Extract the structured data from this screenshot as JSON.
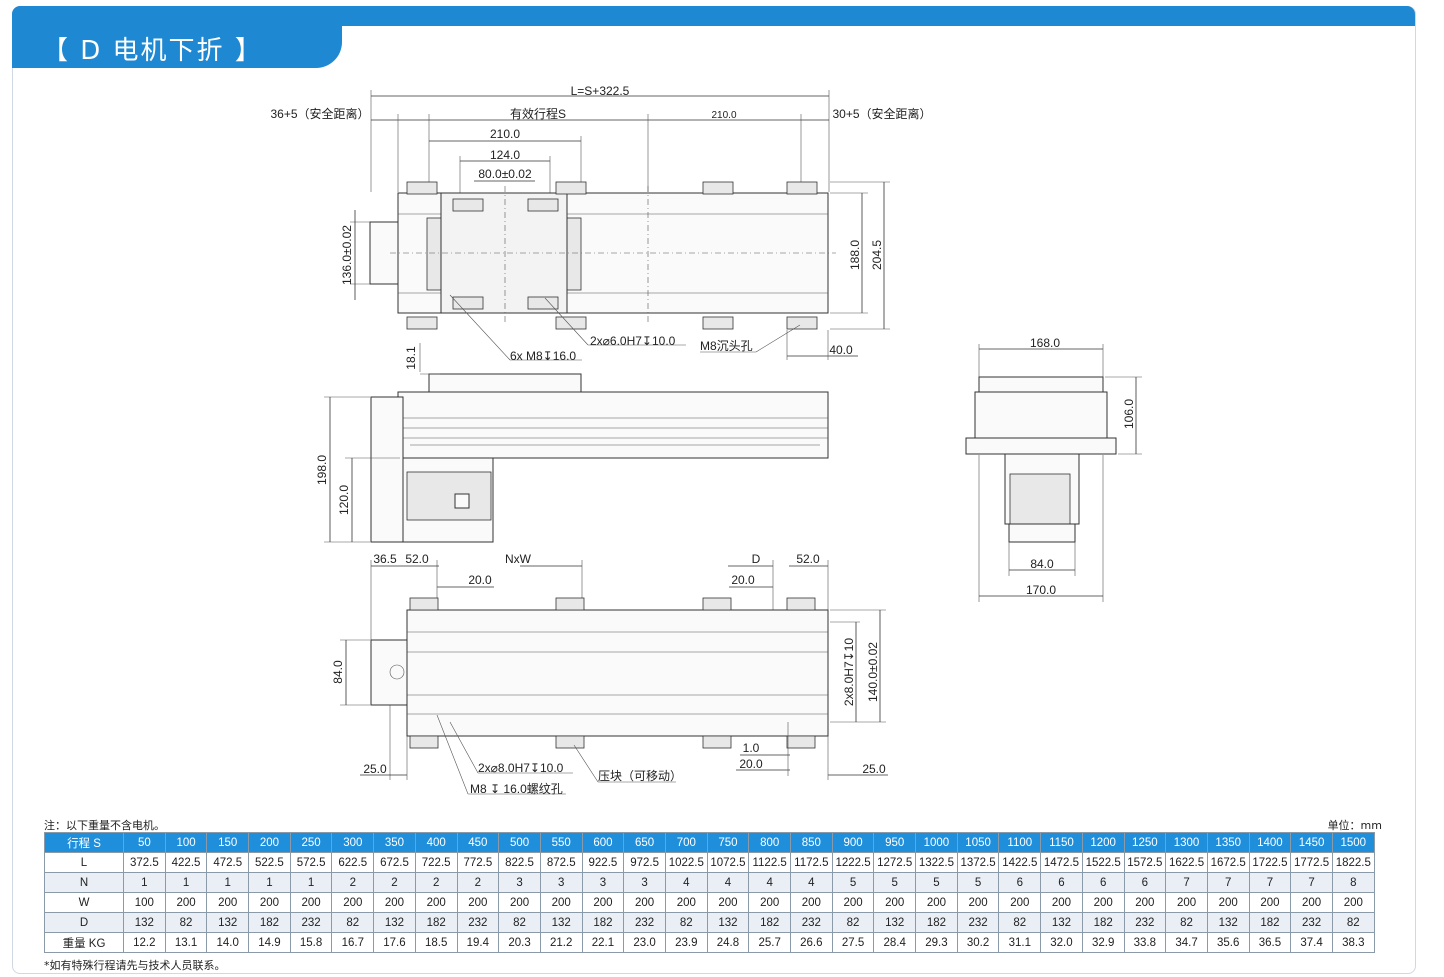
{
  "header": {
    "title": "【 D 电机下折 】"
  },
  "drawing": {
    "top_view": {
      "overall_length": "L=S+322.5",
      "left_safety": "36+5（安全距离）",
      "right_safety": "30+5（安全距离）",
      "effective_stroke": "有效行程S",
      "dim_210_right": "210.0",
      "dim_210_carriage": "210.0",
      "dim_124": "124.0",
      "dim_80": "80.0±0.02",
      "dim_136": "136.0±0.02",
      "dim_188": "188.0",
      "dim_204_5": "204.5",
      "dim_40": "40.0",
      "callout_holes_m8": "6x M8↧16.0",
      "callout_pin": "2x⌀6.0H7↧10.0",
      "callout_counterbore": "M8沉头孔"
    },
    "side_view": {
      "dim_18_1": "18.1",
      "dim_198": "198.0",
      "dim_120": "120.0"
    },
    "end_view": {
      "dim_168": "168.0",
      "dim_106": "106.0",
      "dim_84": "84.0",
      "dim_170": "170.0"
    },
    "bottom_view": {
      "dim_36_5": "36.5",
      "dim_52_left": "52.0",
      "label_nxw": "NxW",
      "label_d": "D",
      "dim_52_right": "52.0",
      "dim_20_left": "20.0",
      "dim_20_right": "20.0",
      "dim_84": "84.0",
      "dim_pin_right": "2x8.0H7↧10",
      "dim_140": "140.0±0.02",
      "dim_25_left": "25.0",
      "dim_25_right": "25.0",
      "dim_1": "1.0",
      "dim_20_bottom": "20.0",
      "callout_pin": "2x⌀8.0H7↧10.0",
      "callout_thread": "M8 ↧ 16.0螺纹孔",
      "callout_clamp": "压块（可移动）"
    }
  },
  "table": {
    "note": "注：以下重量不含电机。",
    "unit": "单位：mm",
    "rows": [
      {
        "label": "行程 S",
        "values": [
          "50",
          "100",
          "150",
          "200",
          "250",
          "300",
          "350",
          "400",
          "450",
          "500",
          "550",
          "600",
          "650",
          "700",
          "750",
          "800",
          "850",
          "900",
          "950",
          "1000",
          "1050",
          "1100",
          "1150",
          "1200",
          "1250",
          "1300",
          "1350",
          "1400",
          "1450",
          "1500"
        ]
      },
      {
        "label": "L",
        "values": [
          "372.5",
          "422.5",
          "472.5",
          "522.5",
          "572.5",
          "622.5",
          "672.5",
          "722.5",
          "772.5",
          "822.5",
          "872.5",
          "922.5",
          "972.5",
          "1022.5",
          "1072.5",
          "1122.5",
          "1172.5",
          "1222.5",
          "1272.5",
          "1322.5",
          "1372.5",
          "1422.5",
          "1472.5",
          "1522.5",
          "1572.5",
          "1622.5",
          "1672.5",
          "1722.5",
          "1772.5",
          "1822.5"
        ]
      },
      {
        "label": "N",
        "values": [
          "1",
          "1",
          "1",
          "1",
          "1",
          "2",
          "2",
          "2",
          "2",
          "3",
          "3",
          "3",
          "3",
          "4",
          "4",
          "4",
          "4",
          "5",
          "5",
          "5",
          "5",
          "6",
          "6",
          "6",
          "6",
          "7",
          "7",
          "7",
          "7",
          "8"
        ]
      },
      {
        "label": "W",
        "values": [
          "100",
          "200",
          "200",
          "200",
          "200",
          "200",
          "200",
          "200",
          "200",
          "200",
          "200",
          "200",
          "200",
          "200",
          "200",
          "200",
          "200",
          "200",
          "200",
          "200",
          "200",
          "200",
          "200",
          "200",
          "200",
          "200",
          "200",
          "200",
          "200",
          "200"
        ]
      },
      {
        "label": "D",
        "values": [
          "132",
          "82",
          "132",
          "182",
          "232",
          "82",
          "132",
          "182",
          "232",
          "82",
          "132",
          "182",
          "232",
          "82",
          "132",
          "182",
          "232",
          "82",
          "132",
          "182",
          "232",
          "82",
          "132",
          "182",
          "232",
          "82",
          "132",
          "182",
          "232",
          "82"
        ]
      },
      {
        "label": "重量 KG",
        "values": [
          "12.2",
          "13.1",
          "14.0",
          "14.9",
          "15.8",
          "16.7",
          "17.6",
          "18.5",
          "19.4",
          "20.3",
          "21.2",
          "22.1",
          "23.0",
          "23.9",
          "24.8",
          "25.7",
          "26.6",
          "27.5",
          "28.4",
          "29.3",
          "30.2",
          "31.1",
          "32.0",
          "32.9",
          "33.8",
          "34.7",
          "35.6",
          "36.5",
          "37.4",
          "38.3"
        ]
      }
    ],
    "footnote": "*如有特殊行程请先与技术人员联系。"
  }
}
